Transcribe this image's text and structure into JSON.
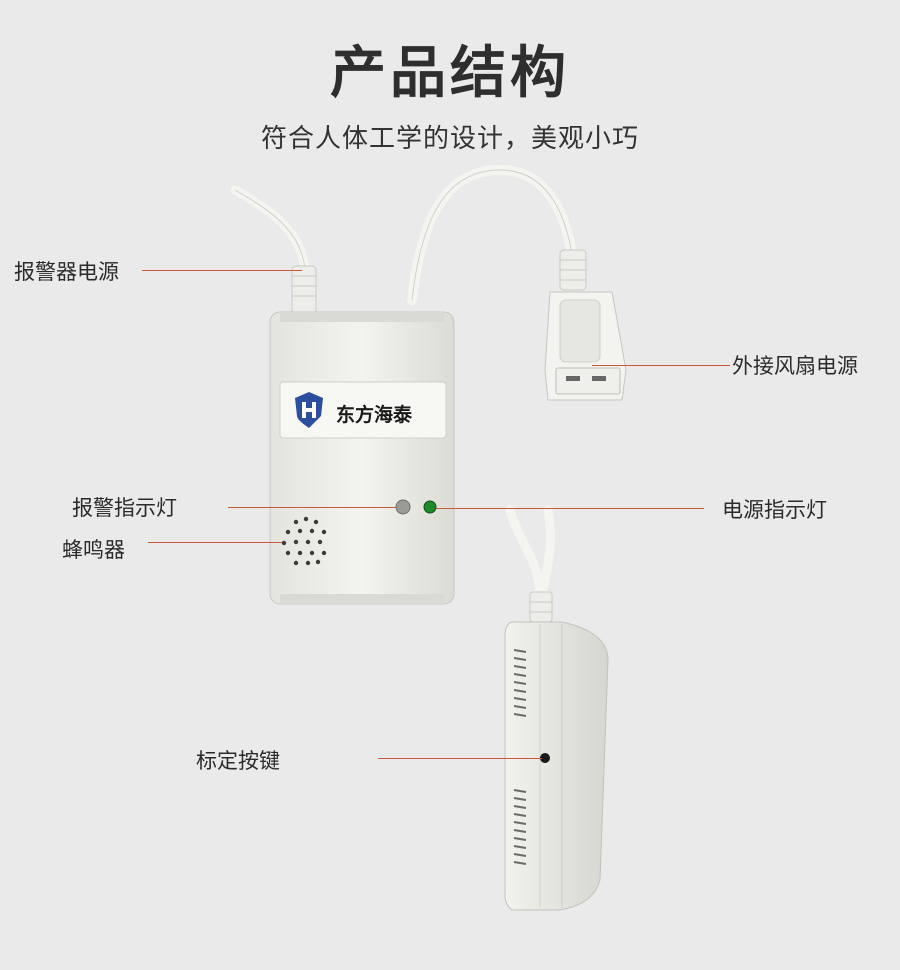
{
  "header": {
    "title": "产品结构",
    "subtitle": "符合人体工学的设计，美观小巧"
  },
  "device": {
    "brand_name": "东方海泰"
  },
  "callouts": {
    "alarm_power": "报警器电源",
    "fan_power": "外接风扇电源",
    "alarm_indicator": "报警指示灯",
    "power_indicator": "电源指示灯",
    "buzzer": "蜂鸣器",
    "calibration_button": "标定按键"
  },
  "colors": {
    "background": "#eaeaea",
    "leader_line": "#c85a3a",
    "device_body": "#efefeb",
    "logo_blue": "#2b4f9e",
    "power_led": "#1f8a2a"
  }
}
